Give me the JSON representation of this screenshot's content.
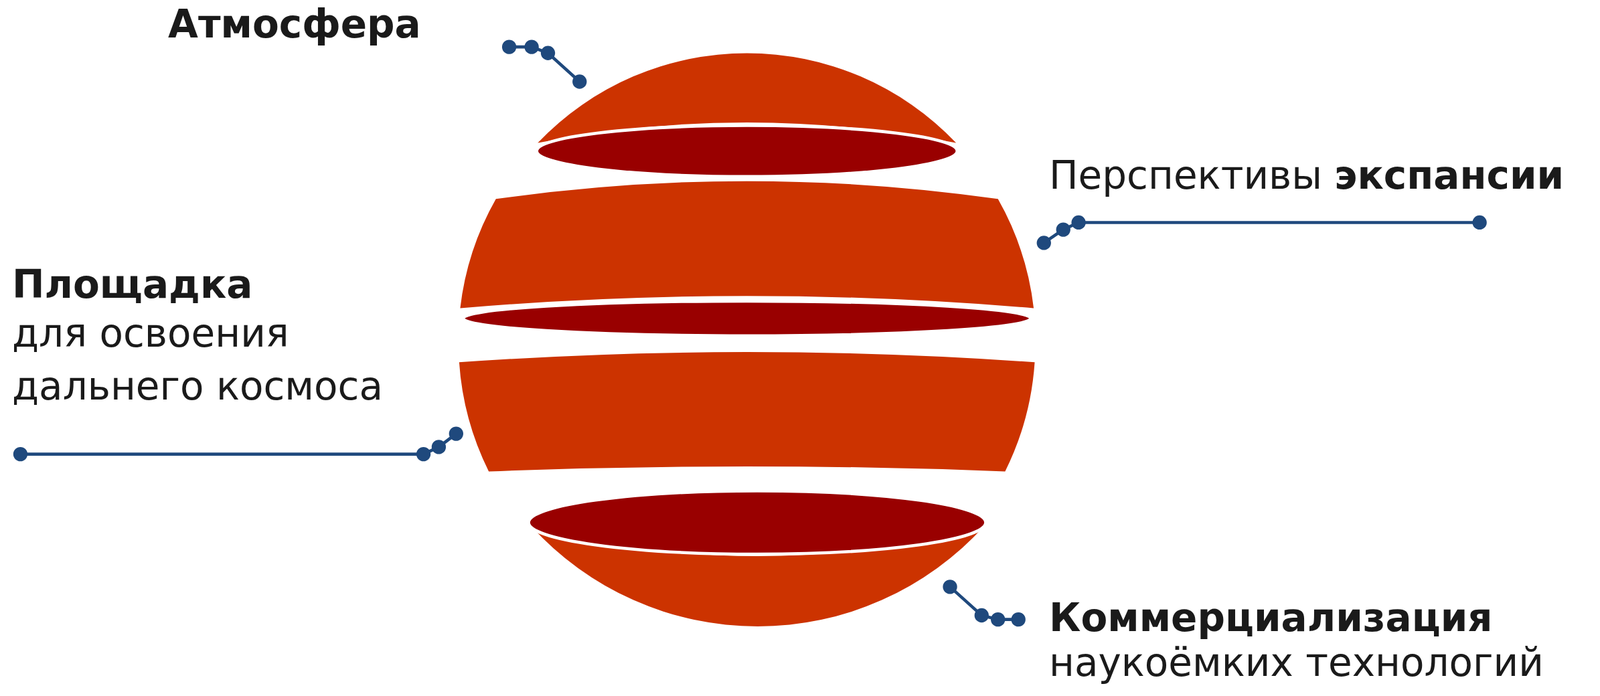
{
  "diagram": {
    "labels": [
      "Атмосфера",
      "Перспективы",
      "экспансии",
      "Площадка",
      "для освоения дальнего космоса",
      "Коммерциализация",
      "наукоёмких технологий"
    ]
  }
}
